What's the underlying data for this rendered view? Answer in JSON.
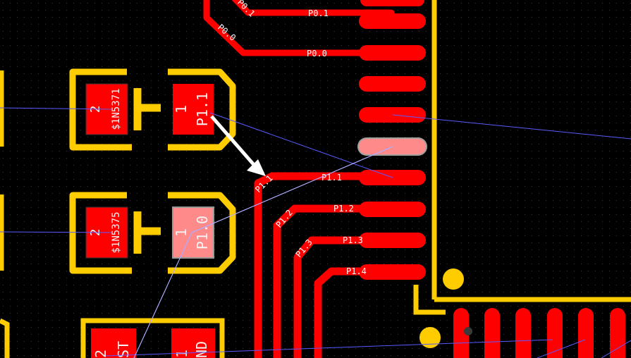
{
  "canvas": {
    "name": "PCB layout view",
    "colors": {
      "background": "#000000",
      "copper": "#ff0000",
      "silkscreen": "#ffcc00",
      "ratsnest": "#5a5aff",
      "highlight_pad": "#ff8a8a",
      "text": "#ffffff"
    }
  },
  "nets": {
    "p0_1_a": "P0.1",
    "p0_1_b": "P0.1",
    "p0_0_a": "P0.0",
    "p0_0_b": "P0.0",
    "p1_1_a": "P1.1",
    "p1_1_b": "P1.1",
    "p1_2_a": "P1.2",
    "p1_2_b": "P1.2",
    "p1_3_a": "P1.3",
    "p1_3_b": "P1.3",
    "p1_4": "P1.4"
  },
  "components": {
    "diode1": {
      "pad2": "2",
      "net2": "$1N5371",
      "pad1": "1",
      "net1": "P1.1"
    },
    "diode2": {
      "pad2": "2",
      "net2": "$1N5375",
      "pad1": "1",
      "net1": "P1.0"
    },
    "bottom": {
      "pad2": "2",
      "net2": "ST",
      "pad1": "1",
      "net1": "ND"
    }
  },
  "cursor": {
    "icon": "arrow-pointer-icon"
  }
}
